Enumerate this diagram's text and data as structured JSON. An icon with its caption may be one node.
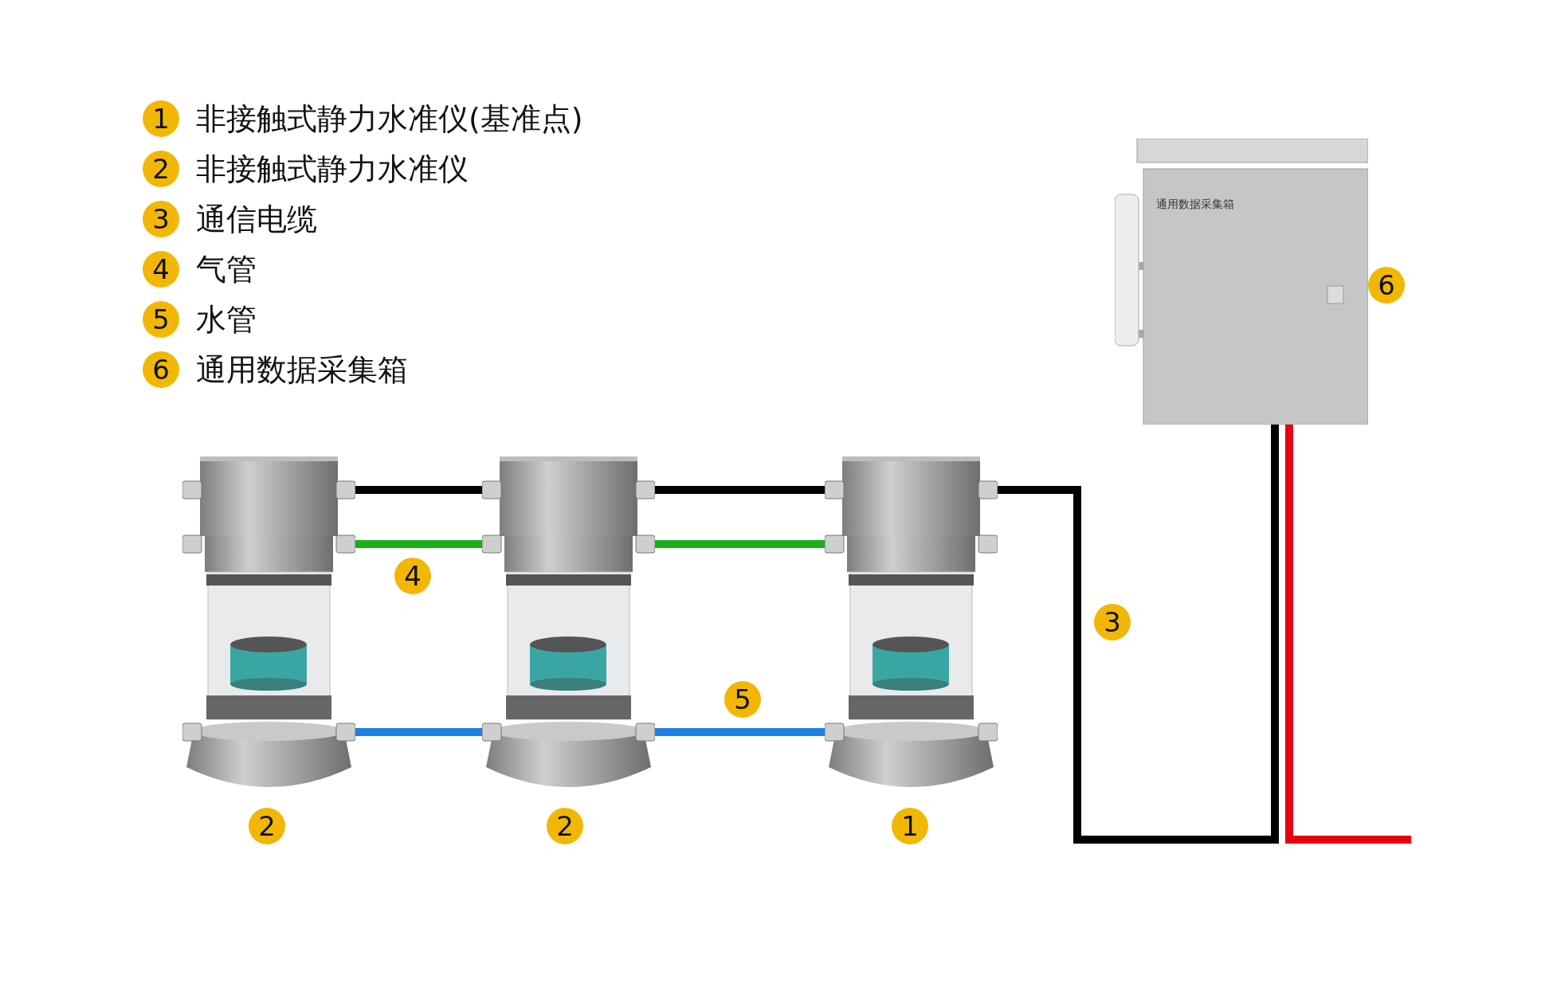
{
  "diagram": {
    "nodes": [
      {
        "text": [],
        "shape": "picture",
        "beside": [
          "2"
        ]
      },
      {
        "text": [],
        "shape": "picture",
        "beside": [
          "2"
        ]
      },
      {
        "text": [],
        "shape": "picture",
        "beside": [
          "1"
        ]
      },
      {
        "text": [
          "通用数据采集箱"
        ],
        "beside": [
          "6"
        ]
      }
    ],
    "edges": [
      {
        "from": 0,
        "to": 1,
        "arrow": "none"
      },
      {
        "from": 1,
        "to": 2,
        "arrow": "none"
      },
      {
        "from": 2,
        "to": 3,
        "arrow": "none"
      },
      {
        "from": 0,
        "to": 1,
        "arrow": "none",
        "color": "#1aaf1a"
      },
      {
        "from": 1,
        "to": 2,
        "arrow": "none",
        "color": "#1aaf1a"
      },
      {
        "from": 0,
        "to": 1,
        "arrow": "none",
        "color": "#1e7fe6"
      },
      {
        "from": 1,
        "to": 2,
        "arrow": "none",
        "color": "#1e7fe6"
      },
      {
        "from": 3,
        "to": null,
        "arrow": "none",
        "color": "#e60012"
      }
    ],
    "labels": [
      "1",
      "2",
      "3",
      "4",
      "5",
      "6",
      "4",
      "5",
      "3"
    ],
    "legend": [
      {
        "text": "非接触式静力水准仪(基准点)"
      },
      {
        "text": "非接触式静力水准仪"
      },
      {
        "text": "通信电缆"
      },
      {
        "text": "气管"
      },
      {
        "text": "水管"
      },
      {
        "text": "通用数据采集箱"
      }
    ]
  }
}
